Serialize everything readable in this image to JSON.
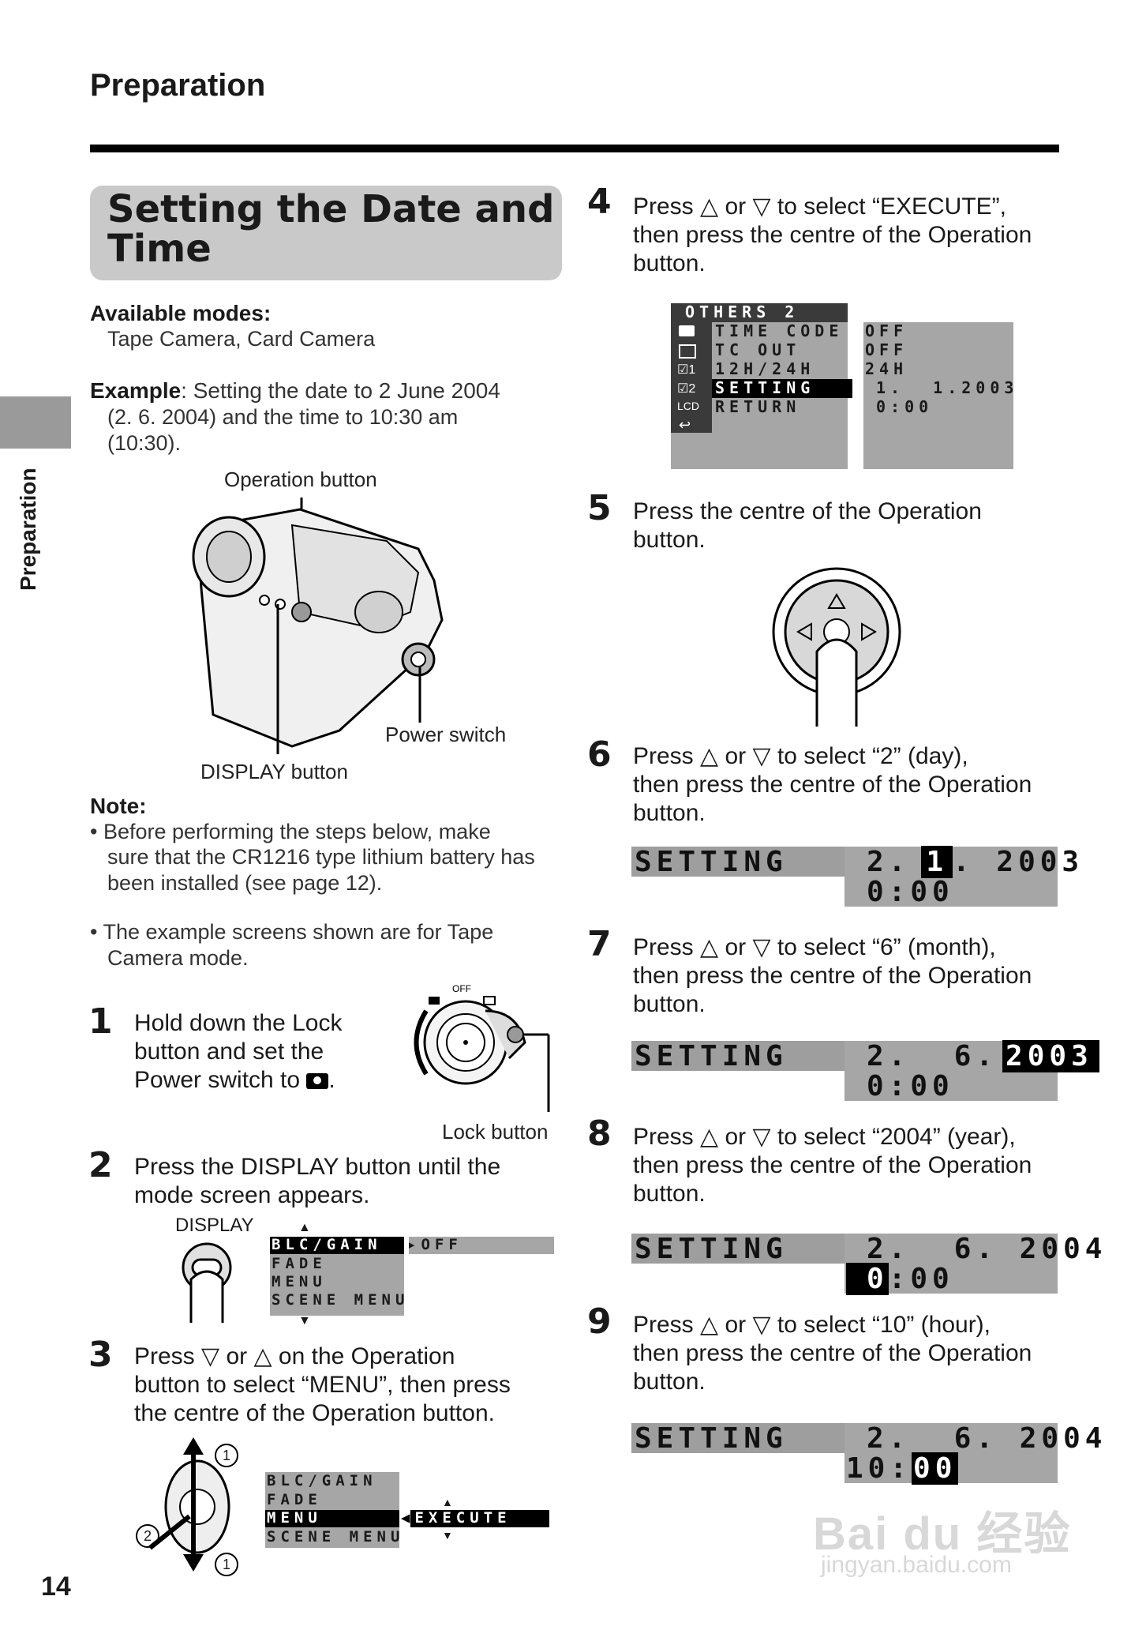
{
  "header": {
    "section": "Preparation",
    "side_label": "Preparation",
    "page_number": "14"
  },
  "title": "Setting the Date and Time",
  "available_modes": {
    "label": "Available modes:",
    "value": "Tape Camera, Card Camera"
  },
  "example": {
    "label": "Example",
    "text_line1": ": Setting the date to 2 June 2004",
    "text_line2": "(2. 6. 2004) and the time to 10:30 am",
    "text_line3": "(10:30)."
  },
  "camera_labels": {
    "operation": "Operation button",
    "power": "Power switch",
    "display": "DISPLAY button"
  },
  "note": {
    "label": "Note:",
    "b1_l1": "• Before performing the steps below, make",
    "b1_l2": "sure that the CR1216 type lithium battery has",
    "b1_l3": "been installed (see page 12).",
    "b2_l1": "• The example screens shown are for Tape",
    "b2_l2": "Camera mode."
  },
  "steps": {
    "s1": {
      "num": "1",
      "l1": "Hold down the Lock",
      "l2": "button and set the",
      "l3": "Power switch to",
      "dial_off": "OFF",
      "lock_label": "Lock button"
    },
    "s2": {
      "num": "2",
      "l1": "Press the DISPLAY button until the",
      "l2": "mode screen appears.",
      "display_label": "DISPLAY",
      "menu": [
        "BLC/GAIN",
        "FADE",
        "MENU",
        "SCENE MENU"
      ],
      "value": "OFF"
    },
    "s3": {
      "num": "3",
      "l1a": "Press",
      "l1b": "or",
      "l1c": "on the Operation",
      "l2": "button to select “MENU”, then press",
      "l3": "the centre of the Operation button.",
      "menu": [
        "BLC/GAIN",
        "FADE",
        "MENU",
        "SCENE MENU"
      ],
      "value": "EXECUTE",
      "circle1": "1",
      "circle2": "2"
    },
    "s4": {
      "num": "4",
      "l1a": "Press",
      "l1b": "or",
      "l1c": "to select “EXECUTE”,",
      "l2": "then press the centre of the Operation",
      "l3": "button.",
      "menu_title": "OTHERS 2",
      "items": [
        "TIME CODE",
        "TC OUT",
        "12H/24H",
        "SETTING",
        "RETURN"
      ],
      "values": [
        "OFF",
        "OFF",
        "24H",
        "1.  1.2003",
        "0:00"
      ],
      "icons": [
        "1",
        "2",
        "LCD"
      ]
    },
    "s5": {
      "num": "5",
      "l1": "Press the centre of the Operation",
      "l2": "button."
    },
    "s6": {
      "num": "6",
      "l1a": "Press",
      "l1b": "or",
      "l1c": "to select “2” (day),",
      "l2": "then press the centre of the Operation",
      "l3": "button.",
      "label": "SETTING",
      "d1": "2.",
      "d2": "1",
      "d3": ". 2003",
      "time": "0:00"
    },
    "s7": {
      "num": "7",
      "l1a": "Press",
      "l1b": "or",
      "l1c": "to select “6” (month),",
      "l2": "then press the centre of the Operation",
      "l3": "button.",
      "label": "SETTING",
      "d1": "2.  6.",
      "d2": "2003",
      "time": "0:00"
    },
    "s8": {
      "num": "8",
      "l1a": "Press",
      "l1b": "or",
      "l1c": "to select “2004” (year),",
      "l2": "then press the centre of the Operation",
      "l3": "button.",
      "label": "SETTING",
      "date": "2.  6. 2004",
      "t1": "0",
      "t2": ":00"
    },
    "s9": {
      "num": "9",
      "l1a": "Press",
      "l1b": "or",
      "l1c": "to select “10” (hour),",
      "l2": "then press the centre of the Operation",
      "l3": "button.",
      "label": "SETTING",
      "date": "2.  6. 2004",
      "t1": "10:",
      "t2": "00"
    }
  },
  "watermark": {
    "text": "Bai du 经验",
    "url": "jingyan.baidu.com"
  }
}
